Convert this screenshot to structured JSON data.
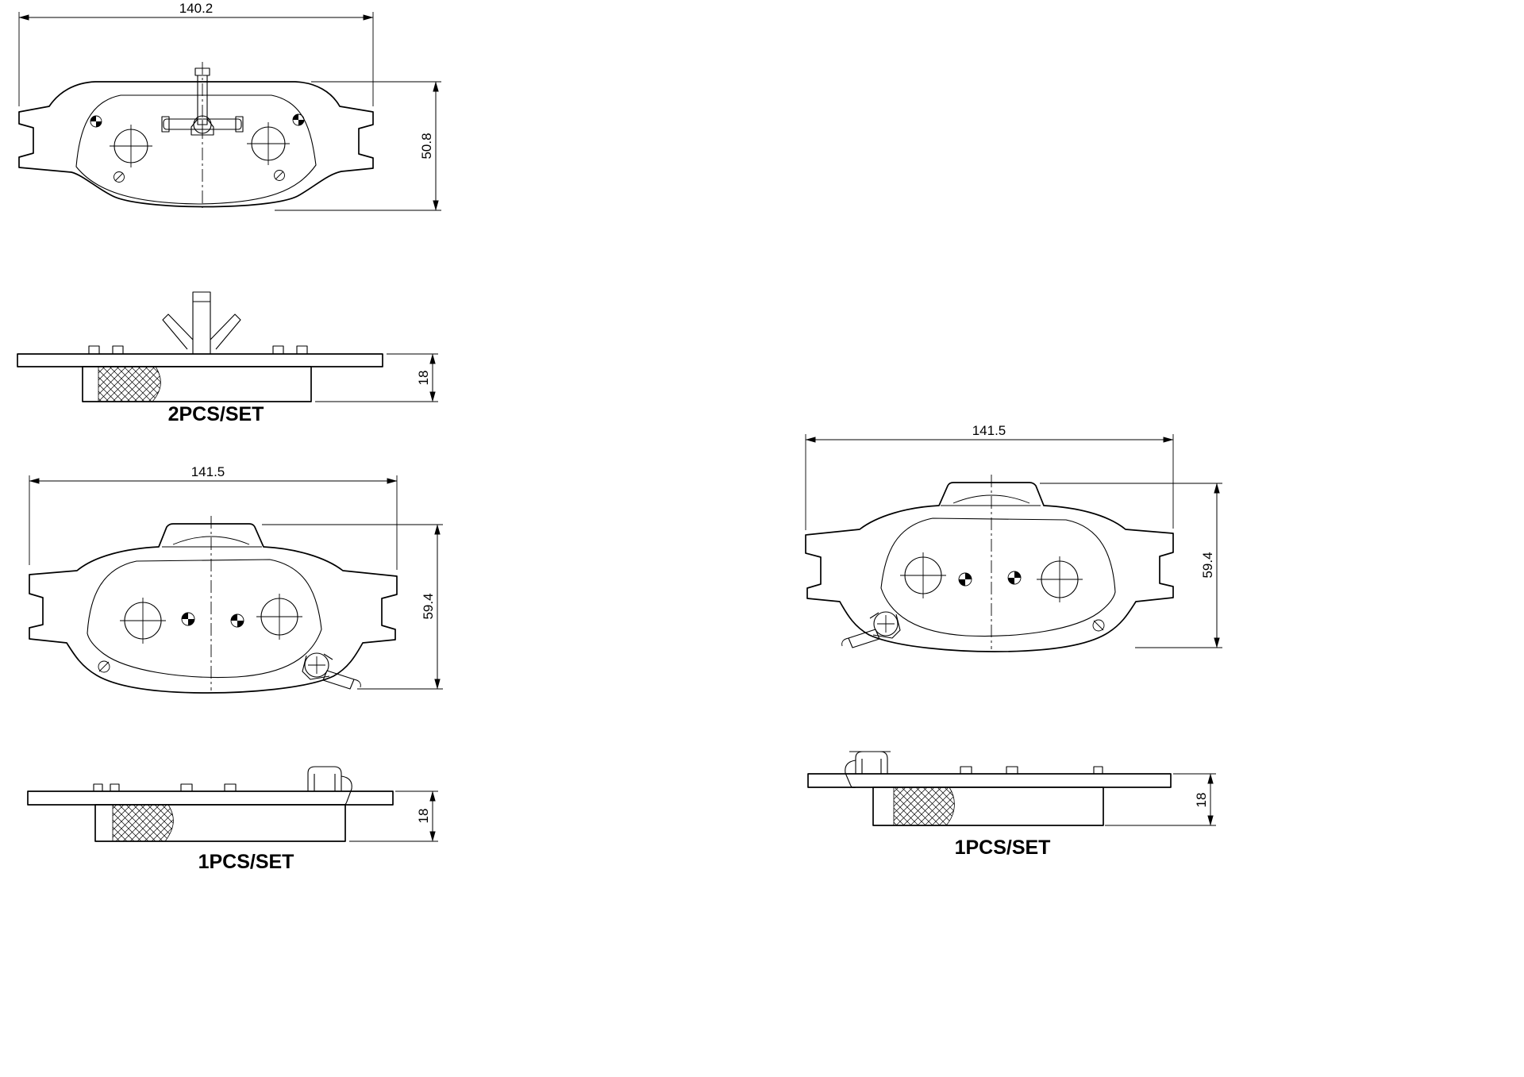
{
  "document": {
    "background_color": "#ffffff",
    "line_color": "#000000"
  },
  "drawings": {
    "pad_top_left": {
      "width_dim": "140.2",
      "height_dim": "50.8",
      "thickness_dim": "18",
      "set_label": "2PCS/SET"
    },
    "pad_bottom_left": {
      "width_dim": "141.5",
      "height_dim": "59.4",
      "thickness_dim": "18",
      "set_label": "1PCS/SET"
    },
    "pad_right": {
      "width_dim": "141.5",
      "height_dim": "59.4",
      "thickness_dim": "18",
      "set_label": "1PCS/SET"
    }
  }
}
